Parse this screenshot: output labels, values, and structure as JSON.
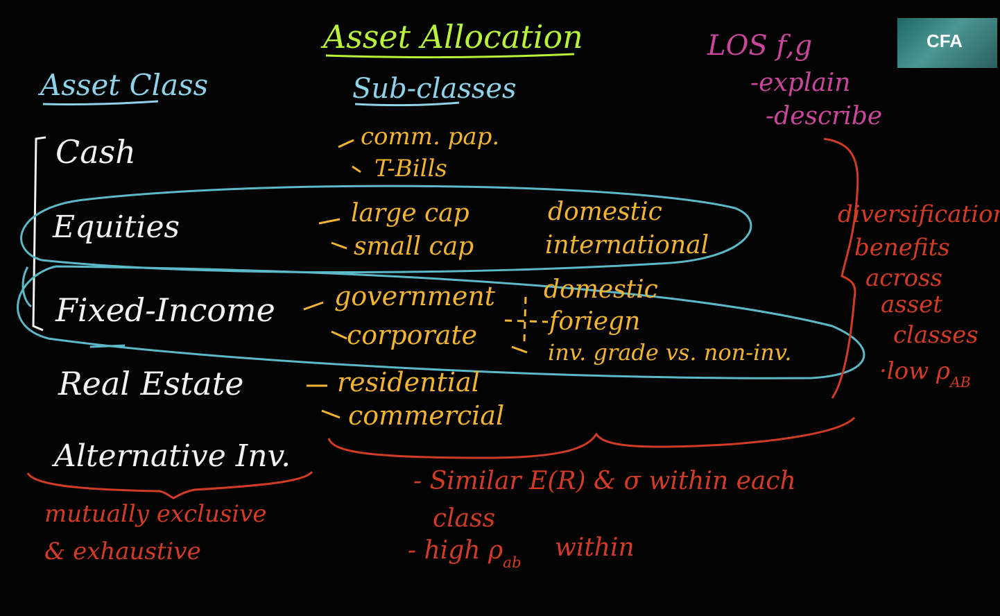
{
  "title": "Asset Allocation",
  "logo": "CFA",
  "headers": {
    "asset_class": "Asset Class",
    "sub_classes": "Sub-classes"
  },
  "los": {
    "label": "LOS f,g",
    "items": [
      "-explain",
      "-describe"
    ]
  },
  "asset_classes": [
    "Cash",
    "Equities",
    "Fixed-Income",
    "Real Estate",
    "Alternative Inv."
  ],
  "subclasses": {
    "cash": [
      "comm. pap.",
      "T-Bills"
    ],
    "equities_size": [
      "large cap",
      "small cap"
    ],
    "equities_region": [
      "domestic",
      "international"
    ],
    "fixed_income_issuer": [
      "government",
      "corporate"
    ],
    "fixed_income_other": [
      "domestic",
      "foriegn",
      "inv. grade vs. non-inv."
    ],
    "real_estate": [
      "residential",
      "commercial"
    ]
  },
  "notes": {
    "mutually": "mutually exclusive",
    "exhaustive": "& exhaustive",
    "similar": "- Similar E(R) & σ within each",
    "class": "class",
    "high": "- high ρ",
    "high_sub": "ab",
    "within": "within"
  },
  "right_notes": {
    "lines": [
      "diversification",
      "benefits",
      "across",
      "asset",
      "classes"
    ],
    "low": "·low ρ",
    "low_sub": "AB"
  },
  "colors": {
    "title": "#b9f23a",
    "headers": "#8fd3ea",
    "asset_classes": "#f2f2f2",
    "subclasses": "#f2b431",
    "los": "#c9479b",
    "notes": "#d23c25",
    "ovals": "#5bb9c9"
  }
}
